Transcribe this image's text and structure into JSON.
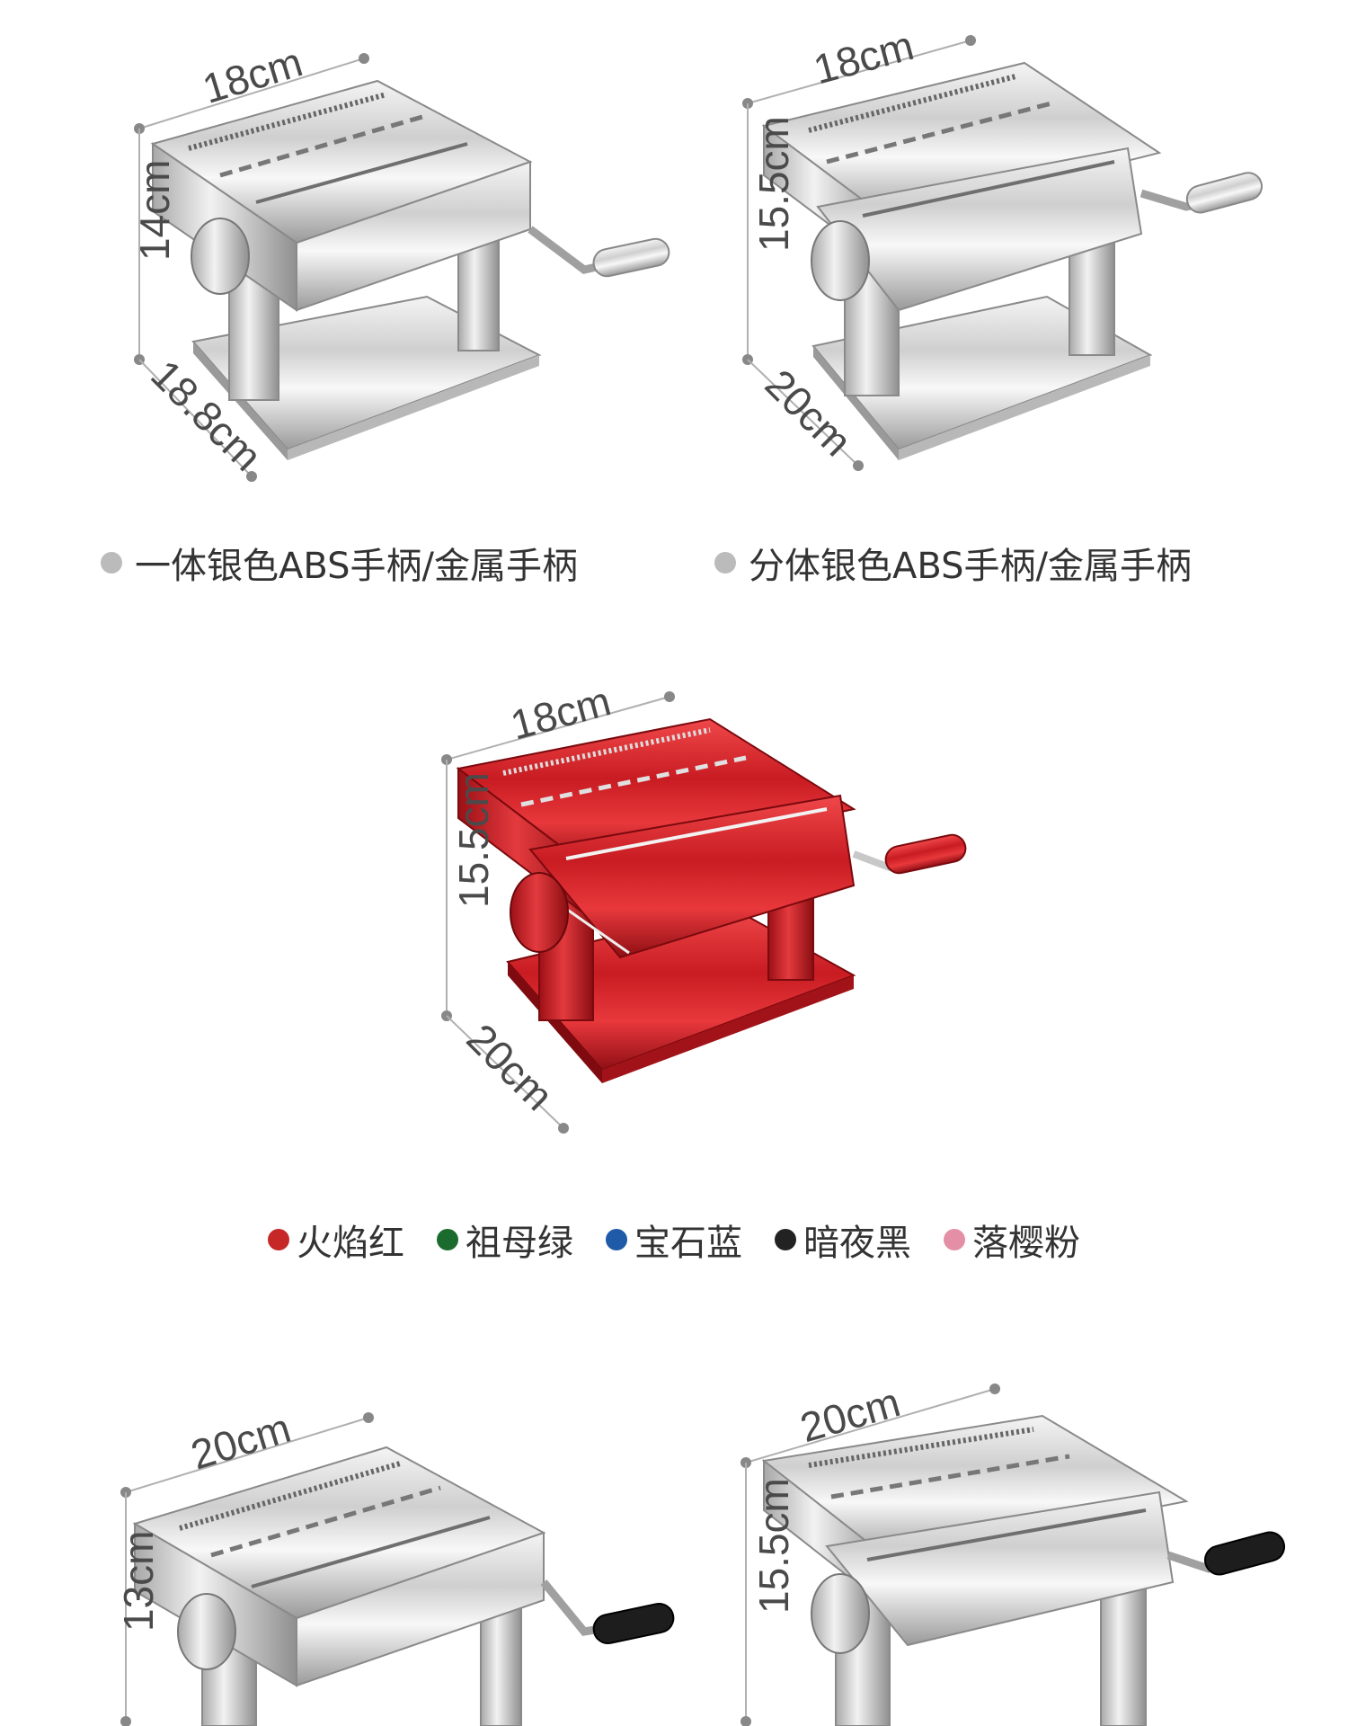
{
  "products": [
    {
      "id": "p1",
      "dims": {
        "width": "18cm",
        "height": "14cm",
        "depth": "18.8cm"
      },
      "caption": "一体银色ABS手柄/金属手柄",
      "caption_dot_color": "#bbbbbb",
      "body_color": "silver",
      "handle": "metal"
    },
    {
      "id": "p2",
      "dims": {
        "width": "18cm",
        "height": "15.5cm",
        "depth": "20cm"
      },
      "caption": "分体银色ABS手柄/金属手柄",
      "caption_dot_color": "#bbbbbb",
      "body_color": "silver",
      "handle": "metal"
    },
    {
      "id": "p3",
      "dims": {
        "width": "18cm",
        "height": "15.5cm",
        "depth": "20cm"
      },
      "body_color": "red",
      "handle": "red"
    },
    {
      "id": "p4",
      "dims": {
        "width": "20cm",
        "height": "13cm"
      },
      "body_color": "silver",
      "handle": "black"
    },
    {
      "id": "p5",
      "dims": {
        "width": "20cm",
        "height": "15.5cm"
      },
      "body_color": "silver",
      "handle": "black"
    }
  ],
  "color_options": [
    {
      "label": "火焰红",
      "color": "#c62828"
    },
    {
      "label": "祖母绿",
      "color": "#1b6b2e"
    },
    {
      "label": "宝石蓝",
      "color": "#1e5aa8"
    },
    {
      "label": "暗夜黑",
      "color": "#222222"
    },
    {
      "label": "落樱粉",
      "color": "#e58fa6"
    }
  ]
}
